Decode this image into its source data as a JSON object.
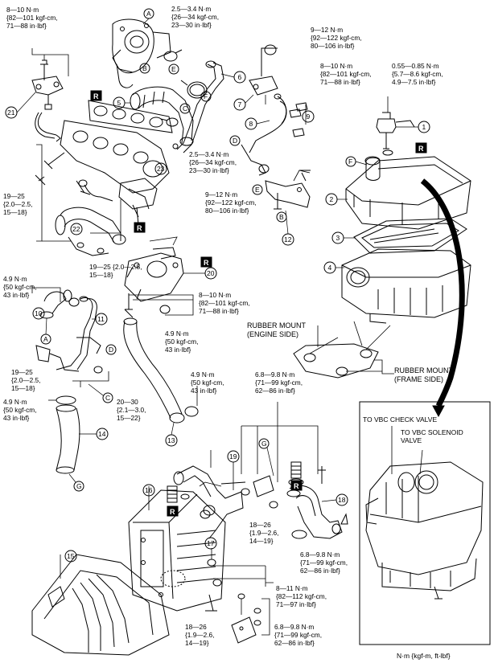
{
  "units_note": "N·m {kgf-m, ft-lbf}",
  "seal_marker": "R",
  "part_numbers": [
    "1",
    "2",
    "3",
    "4",
    "5",
    "6",
    "7",
    "8",
    "9",
    "10",
    "11",
    "12",
    "13",
    "14",
    "15",
    "16",
    "17",
    "18",
    "19",
    "20",
    "21",
    "22",
    "23"
  ],
  "connection_letters": [
    "A",
    "B",
    "C",
    "D",
    "E",
    "F",
    "G"
  ],
  "torques": [
    {
      "id": "t-a",
      "lines": [
        "8—10 N·m",
        "{82—101 kgf-cm,",
        "71—88 in·lbf}"
      ]
    },
    {
      "id": "t-b",
      "lines": [
        "2.5—3.4 N·m",
        "{26—34 kgf-cm,",
        "23—30 in·lbf}"
      ]
    },
    {
      "id": "t-c",
      "lines": [
        "9—12 N·m",
        "{92—122 kgf-cm,",
        "80—106 in·lbf}"
      ]
    },
    {
      "id": "t-d",
      "lines": [
        "8—10 N·m",
        "{82—101 kgf-cm,",
        "71—88 in·lbf}"
      ]
    },
    {
      "id": "t-e",
      "lines": [
        "0.55—0.85 N·m",
        "{5.7—8.6 kgf-cm,",
        "4.9—7.5 in·lbf}"
      ]
    },
    {
      "id": "t-f",
      "lines": [
        "2.5—3.4 N·m",
        "{26—34 kgf-cm,",
        "23—30 in·lbf}"
      ]
    },
    {
      "id": "t-g",
      "lines": [
        "9—12 N·m",
        "{92—122 kgf-cm,",
        "80—106 in·lbf}"
      ]
    },
    {
      "id": "t-h",
      "lines": [
        "19—25",
        "{2.0—2.5,",
        "15—18}"
      ]
    },
    {
      "id": "t-i",
      "lines": [
        "19—25 {2.0—2.5,",
        "15—18}"
      ]
    },
    {
      "id": "t-j",
      "lines": [
        "4.9 N·m",
        "{50 kgf-cm,",
        "43 in·lbf}"
      ]
    },
    {
      "id": "t-k",
      "lines": [
        "8—10 N·m",
        "{82—101 kgf-cm,",
        "71—88 in·lbf}"
      ]
    },
    {
      "id": "t-l",
      "lines": [
        "4.9 N·m",
        "{50 kgf-cm,",
        "43 in·lbf}"
      ]
    },
    {
      "id": "t-m",
      "lines": [
        "19—25",
        "{2.0—2.5,",
        "15—18}"
      ]
    },
    {
      "id": "t-n",
      "lines": [
        "20—30",
        "{2.1—3.0,",
        "15—22}"
      ]
    },
    {
      "id": "t-o",
      "lines": [
        "4.9 N·m",
        "{50 kgf-cm,",
        "43 in·lbf}"
      ]
    },
    {
      "id": "t-p",
      "lines": [
        "4.9 N·m",
        "{50 kgf-cm,",
        "43 in·lbf}"
      ]
    },
    {
      "id": "t-q",
      "lines": [
        "6.8—9.8 N·m",
        "{71—99 kgf-cm,",
        "62—86 in·lbf}"
      ]
    },
    {
      "id": "t-r",
      "lines": [
        "18—26",
        "{1.9—2.6,",
        "14—19}"
      ]
    },
    {
      "id": "t-s",
      "lines": [
        "6.8—9.8 N·m",
        "{71—99 kgf-cm,",
        "62—86 in·lbf}"
      ]
    },
    {
      "id": "t-t",
      "lines": [
        "8—11 N·m",
        "{82—112 kgf-cm,",
        "71—97 in·lbf}"
      ]
    },
    {
      "id": "t-u",
      "lines": [
        "18—26",
        "{1.9—2.6,",
        "14—19}"
      ]
    },
    {
      "id": "t-v",
      "lines": [
        "6.8—9.8 N·m",
        "{71—99 kgf-cm,",
        "62—86 in·lbf}"
      ]
    }
  ],
  "labels": {
    "rubber_mount_engine": [
      "RUBBER MOUNT",
      "(ENGINE SIDE)"
    ],
    "rubber_mount_frame": [
      "RUBBER MOUNT",
      "(FRAME SIDE)"
    ],
    "vbc_check": "TO VBC CHECK VALVE",
    "vbc_solenoid": [
      "TO VBC SOLENOID",
      "VALVE"
    ]
  }
}
